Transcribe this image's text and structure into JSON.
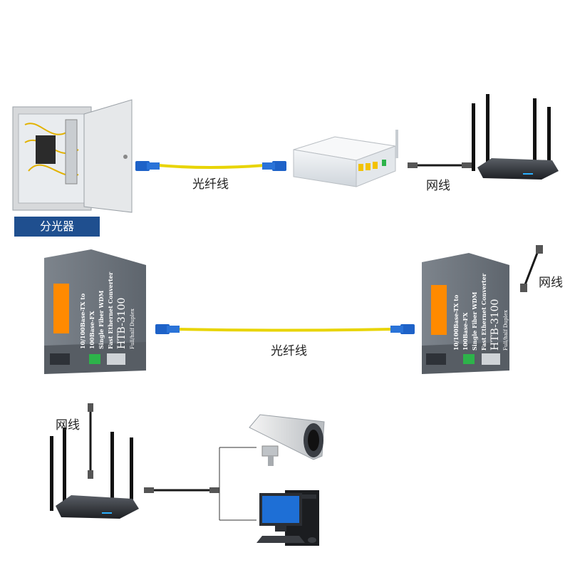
{
  "labels": {
    "splitter": "分光器",
    "fiber_top": "光纤线",
    "cable_top": "网线",
    "fiber_mid": "光纤线",
    "cable_right": "网线",
    "cable_bottom": "网线"
  },
  "converter": {
    "line1": "10/100Base-TX to 100Base-FX",
    "line2": "Single Fiber WDM",
    "line3": "Fast Ethernet Converter",
    "model": "HTB-3100",
    "line4": "Full/half Duplex"
  },
  "colors": {
    "fiber": "#e8d400",
    "connector_blue": "#1e62c8",
    "converter_body": "#6f767e",
    "converter_accent": "#ff8a00",
    "badge": "#1f4f8f"
  }
}
